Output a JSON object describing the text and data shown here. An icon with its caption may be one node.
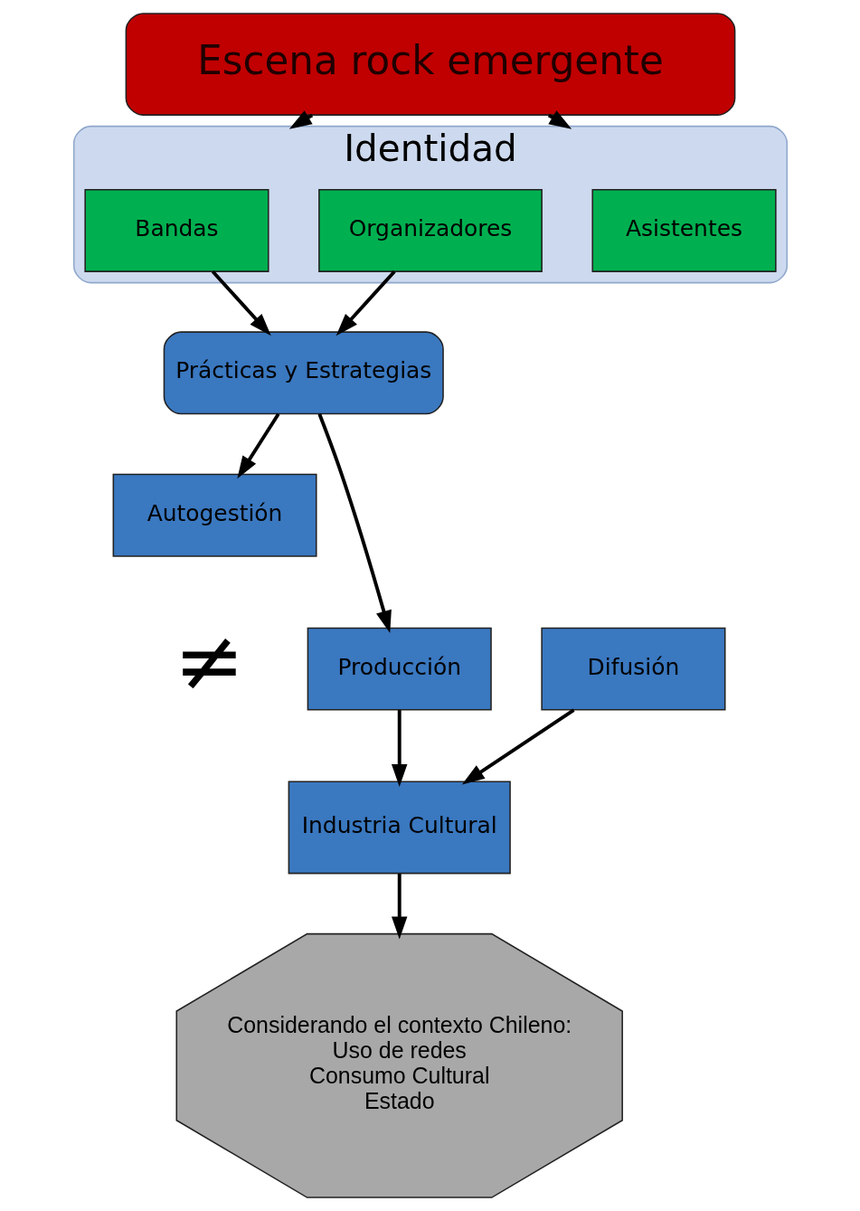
{
  "diagram": {
    "nodes": [
      {
        "text": [
          "Escena rock emergente"
        ]
      },
      {
        "text": [
          "Identidad"
        ]
      },
      {
        "text": [
          "Bandas"
        ],
        "in": 1
      },
      {
        "text": [
          "Organizadores"
        ],
        "in": 1
      },
      {
        "text": [
          "Asistentes"
        ],
        "in": 1
      },
      {
        "text": [
          "Prácticas y Estrategias"
        ]
      },
      {
        "text": [
          "Autogestión"
        ]
      },
      {
        "text": [
          "Producción"
        ]
      },
      {
        "text": [
          "Difusión"
        ]
      },
      {
        "text": [
          "Industria Cultural"
        ]
      },
      {
        "text": [
          "Considerando el contexto Chileno:",
          "Uso de redes",
          "Consumo Cultural",
          "Estado"
        ]
      }
    ],
    "edges": [
      {
        "from": 0,
        "to": 1,
        "arrow": "to"
      },
      {
        "from": 0,
        "to": 1,
        "arrow": "to"
      },
      {
        "from": 2,
        "to": 5,
        "arrow": "to"
      },
      {
        "from": 3,
        "to": 5,
        "arrow": "to"
      },
      {
        "from": 5,
        "to": 6,
        "arrow": "to"
      },
      {
        "from": 5,
        "to": 7,
        "arrow": "to"
      },
      {
        "from": 7,
        "to": 9,
        "arrow": "to"
      },
      {
        "from": 8,
        "to": 9,
        "arrow": "to"
      },
      {
        "from": 9,
        "to": 10,
        "arrow": "to"
      }
    ],
    "labels": [
      "≠"
    ]
  }
}
